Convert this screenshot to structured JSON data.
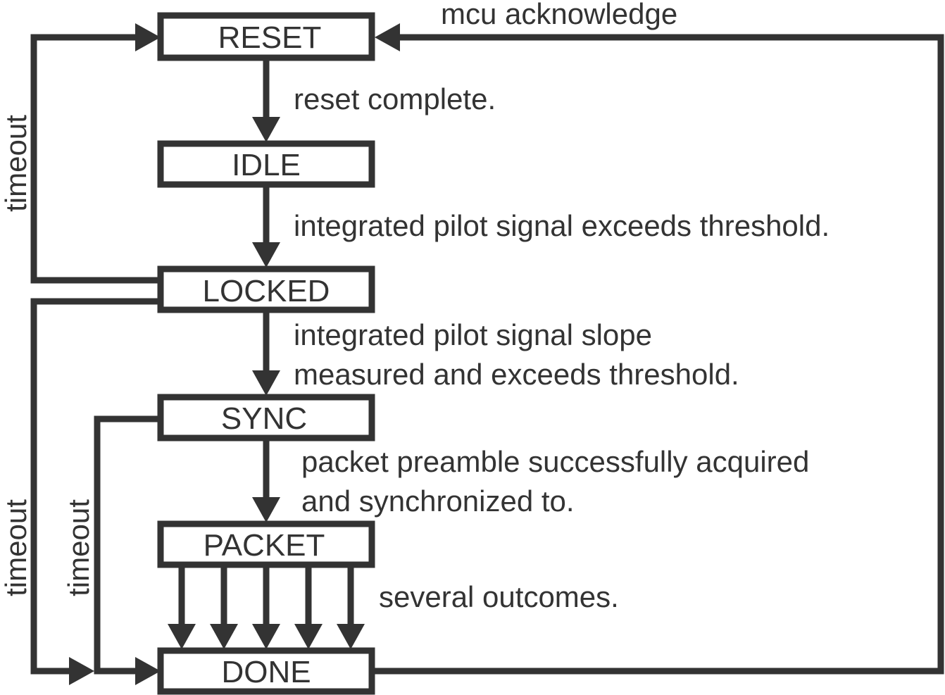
{
  "states": {
    "reset": "RESET",
    "idle": "IDLE",
    "locked": "LOCKED",
    "sync": "SYNC",
    "packet": "PACKET",
    "done": "DONE"
  },
  "transitions": {
    "mcu_acknowledge": "mcu acknowledge",
    "reset_complete": "reset complete.",
    "pilot_threshold": "integrated pilot signal exceeds threshold.",
    "slope_line1": "integrated pilot signal slope",
    "slope_line2": "measured and exceeds threshold.",
    "preamble_line1": "packet preamble successfully acquired",
    "preamble_line2": "and synchronized to.",
    "several_outcomes": "several outcomes.",
    "timeout_locked_to_reset": "timeout",
    "timeout_locked_to_done": "timeout",
    "timeout_sync_to_done": "timeout"
  },
  "colors": {
    "stroke": "#333333",
    "background": "#ffffff"
  }
}
